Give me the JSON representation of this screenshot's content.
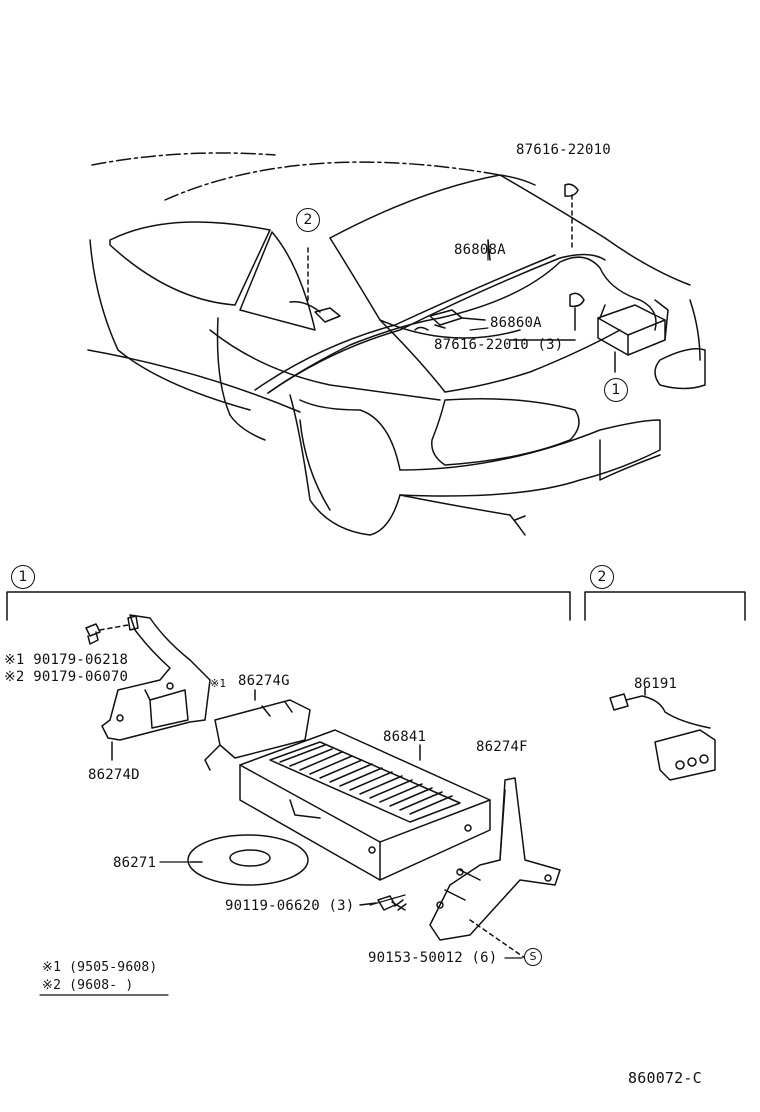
{
  "callouts": {
    "ref1": "1",
    "ref2": "2",
    "ref_s": "S"
  },
  "labels": {
    "p87616_top": "87616-22010",
    "p86808A": "86808A",
    "p86860A": "86860A",
    "p87616_3": "87616-22010 (3)",
    "p90179_1": "※1 90179-06218",
    "p90179_2": "※2 90179-06070",
    "p86274G_mark": "※1",
    "p86274G": "86274G",
    "p86274D": "86274D",
    "p86841": "86841",
    "p86274F": "86274F",
    "p86271": "86271",
    "p90119": "90119-06620 (3)",
    "p90153": "90153-50012 (6)",
    "p86191": "86191"
  },
  "legend": {
    "note1": "※1 (9505-9608)",
    "note2": "※2 (9608-      )"
  },
  "diagram_code": "860072-C"
}
